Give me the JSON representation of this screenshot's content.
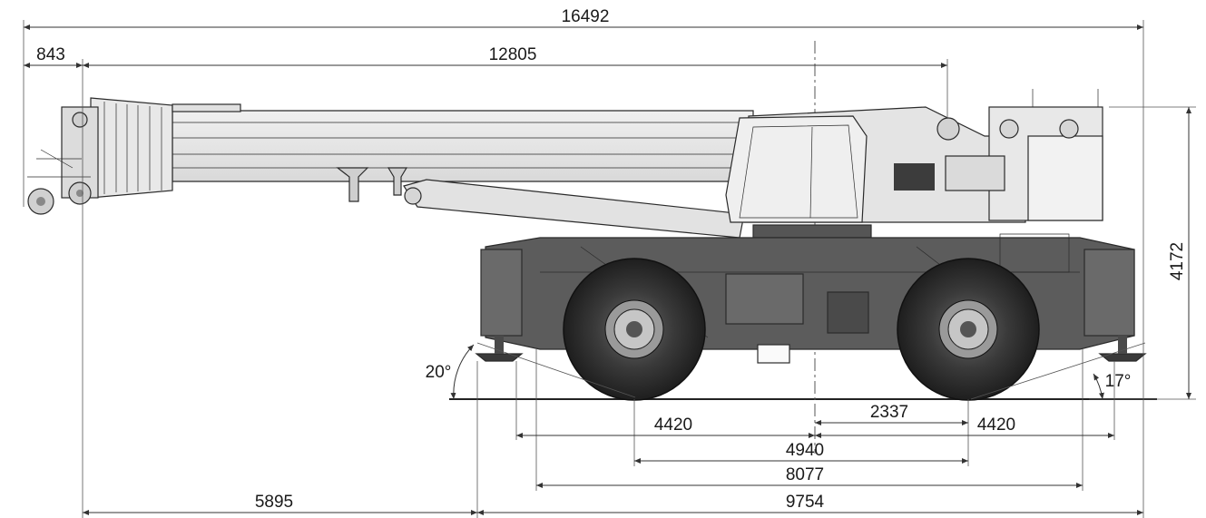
{
  "dimensions": {
    "overall_length": "16492",
    "boom_overhang": "843",
    "boom_length": "12805",
    "overall_height": "4172",
    "departure_angle": "20°",
    "approach_angle": "17°",
    "axle_to_center": "2337",
    "outrigger_left": "4420",
    "outrigger_right": "4420",
    "wheelbase": "4940",
    "outrigger_span": "8077",
    "front_overhang": "5895",
    "carrier_length": "9754"
  },
  "colors": {
    "boom": "#e6e6e6",
    "carrier": "#5a5a5a",
    "tire": "#2e2e2e",
    "line": "#2b2b2b"
  }
}
